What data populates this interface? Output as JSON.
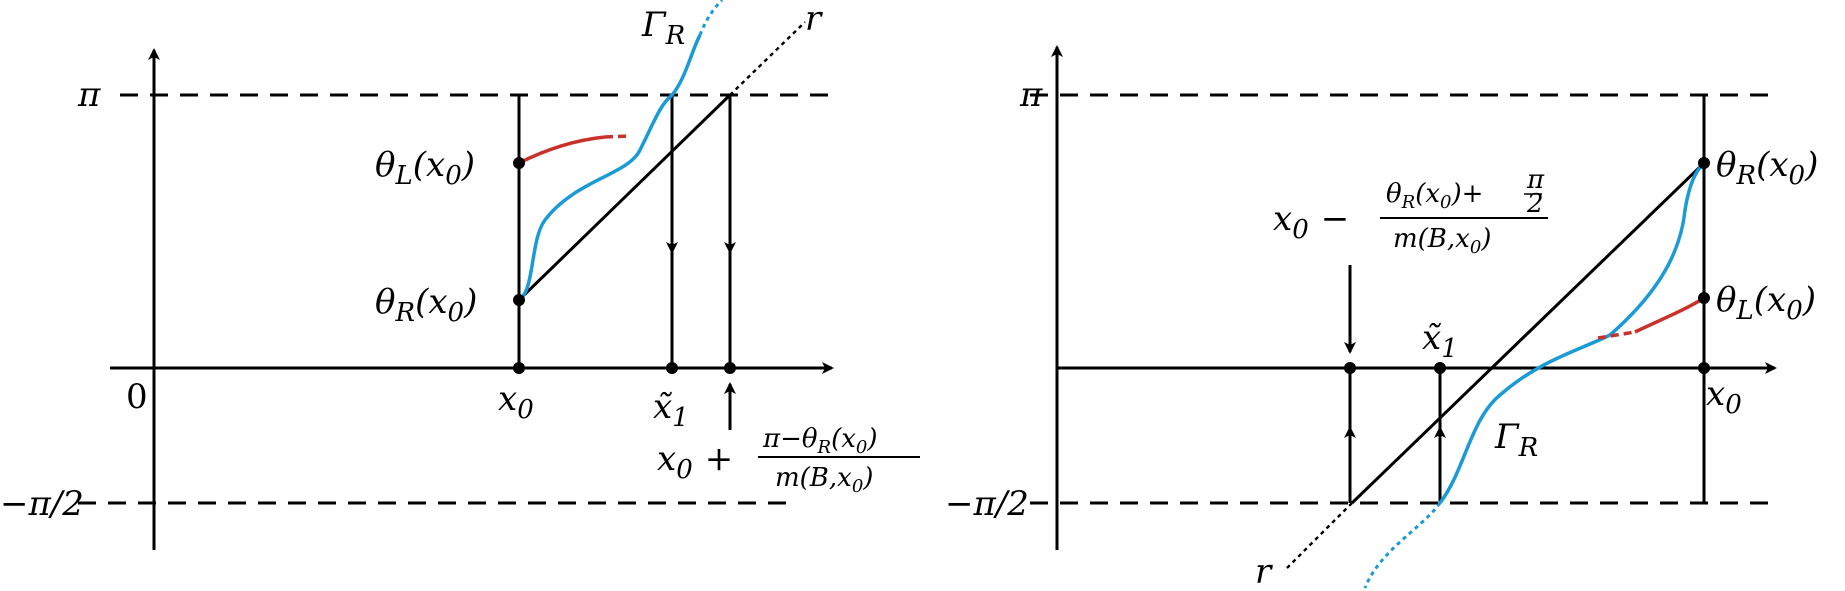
{
  "colors": {
    "axis": "#000000",
    "gamma_curve": "#1a9ad6",
    "theta_L_curve": "#c8322a"
  },
  "left_panel": {
    "y_pi": "π",
    "y_neg_half_pi": "−π/2",
    "origin": "0",
    "theta_L": "θ",
    "theta_L_sub": "L",
    "theta_R": "θ",
    "theta_R_sub": "R",
    "arg": "(x",
    "arg_sub": "0",
    "arg_close": ")",
    "x0": "x",
    "x0_sub": "0",
    "x1": "x̃",
    "x1_sub": "1",
    "gamma": "Γ",
    "gamma_sub": "R",
    "r": "r",
    "formula_lead": "x",
    "formula_lead_sub": "0",
    "formula_plus": "+",
    "formula_num": "π−θ",
    "formula_num_sub": "R",
    "formula_num_tail": "(x",
    "formula_num_tail_sub": "0",
    "formula_num_close": ")",
    "formula_den": "m(B,x",
    "formula_den_sub": "0",
    "formula_den_close": ")"
  },
  "right_panel": {
    "y_pi": "π",
    "y_neg_half_pi": "−π/2",
    "theta_R": "θ",
    "theta_R_sub": "R",
    "theta_L": "θ",
    "theta_L_sub": "L",
    "arg": "(x",
    "arg_sub": "0",
    "arg_close": ")",
    "x0": "x",
    "x0_sub": "0",
    "x1": "x̃",
    "x1_sub": "1",
    "gamma": "Γ",
    "gamma_sub": "R",
    "r": "r",
    "formula_lead": "x",
    "formula_lead_sub": "0",
    "formula_minus": "−",
    "formula_num": "θ",
    "formula_num_sub": "R",
    "formula_num_tail": "(x",
    "formula_num_tail_sub": "0",
    "formula_num_close": ")+",
    "formula_num_frac_top": "π",
    "formula_num_frac_bot": "2",
    "formula_den": "m(B,x",
    "formula_den_sub": "0",
    "formula_den_close": ")"
  }
}
